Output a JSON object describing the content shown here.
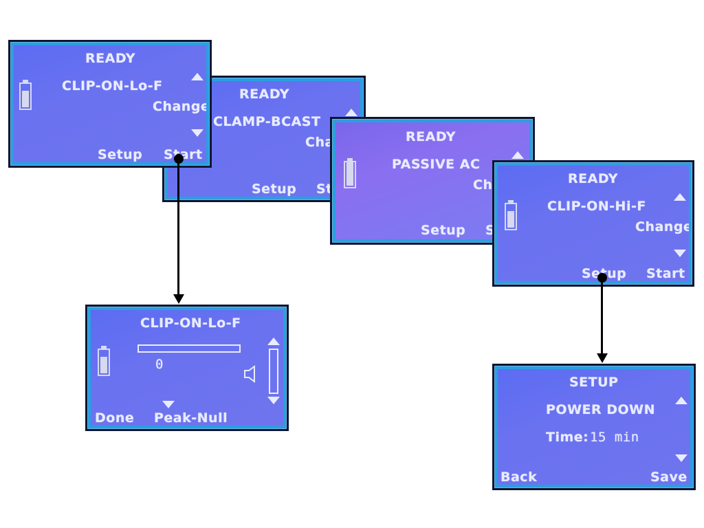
{
  "screens": {
    "lo_f": {
      "status": "READY",
      "mode": "CLIP-ON-Lo-F",
      "change": "Change",
      "left_soft": "Setup",
      "right_soft": "Start"
    },
    "bcast": {
      "status": "READY",
      "mode": "CLAMP-BCAST",
      "change": "Change",
      "left_soft": "Setup",
      "right_soft": "Start"
    },
    "passive": {
      "status": "READY",
      "mode": "PASSIVE AC",
      "change": "Change",
      "left_soft": "Setup",
      "right_soft": "Start"
    },
    "hi_f": {
      "status": "READY",
      "mode": "CLIP-ON-Hi-F",
      "change": "Change",
      "left_soft": "Setup",
      "right_soft": "Start"
    },
    "measure": {
      "mode": "CLIP-ON-Lo-F",
      "value": "0",
      "left_soft": "Done",
      "right_soft": "Peak-Null",
      "level": 0
    },
    "setup": {
      "title": "SETUP",
      "item": "POWER DOWN",
      "time_label": "Time:",
      "time_value": "15 min",
      "left_soft": "Back",
      "right_soft": "Save"
    }
  },
  "colors": {
    "lcd_frame": "#2a9fe0",
    "lcd_bg": "#6a72f0",
    "lcd_text": "#e9ecff",
    "connector": "#000000"
  },
  "icons": [
    "battery-icon",
    "scroll-up-arrow-icon",
    "scroll-down-arrow-icon",
    "speaker-icon"
  ]
}
